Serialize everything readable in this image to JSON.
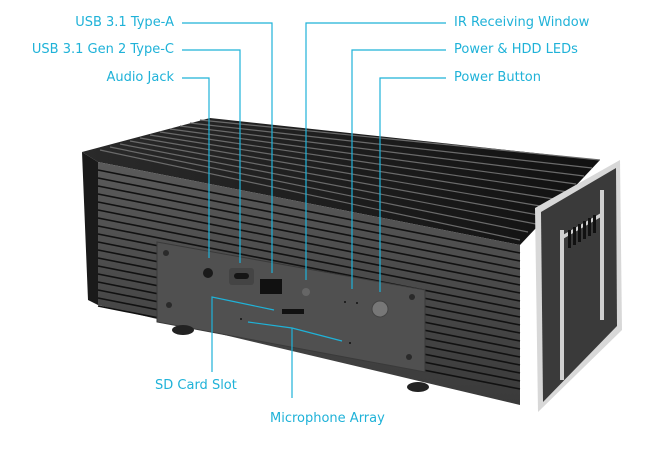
{
  "accent_color": "#1fb2d8",
  "device": {
    "body_color": "#4a4a4a",
    "fin_color": "#111111",
    "panel_color": "#555555"
  },
  "callouts": {
    "usb_a": "USB 3.1 Type-A",
    "usb_c": "USB 3.1 Gen 2 Type-C",
    "audio": "Audio Jack",
    "ir": "IR Receiving Window",
    "leds": "Power & HDD LEDs",
    "power": "Power Button",
    "sd": "SD Card Slot",
    "mic": "Microphone Array"
  }
}
